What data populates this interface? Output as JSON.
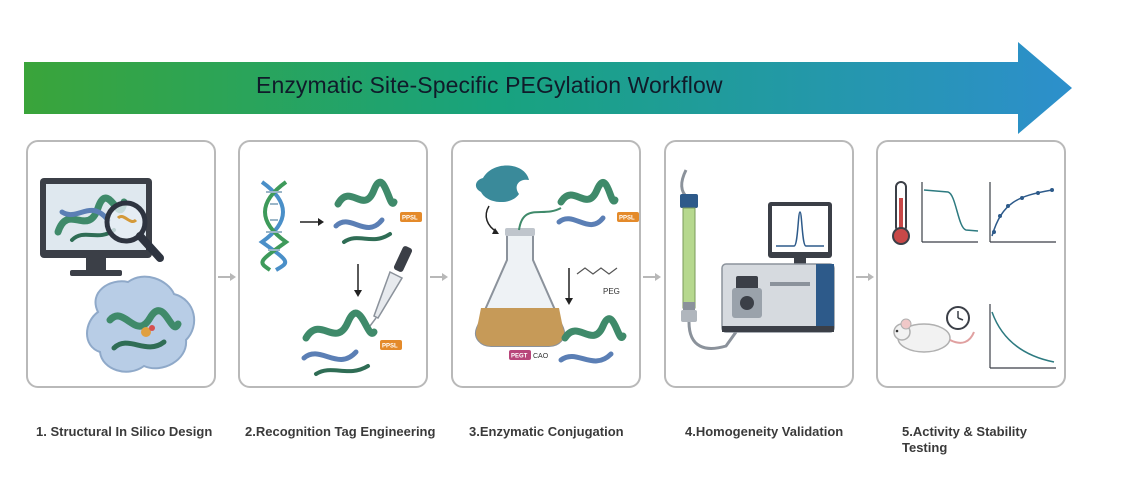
{
  "banner": {
    "title": "Enzymatic Site-Specific PEGylation Workflow"
  },
  "steps": [
    {
      "label": "1. Structural In Silico Design"
    },
    {
      "label": "2.Recognition Tag Engineering"
    },
    {
      "label": "3.Enzymatic Conjugation"
    },
    {
      "label": "4.Homogeneity Validation"
    },
    {
      "label": "5.Activity & Stability Testing"
    }
  ],
  "tags": {
    "ppsl": "PPSL",
    "pegt": "PEGT",
    "cao": "CAO"
  },
  "annotations": {
    "peg": "PEG"
  },
  "colors": {
    "banner_start": "#3aa43a",
    "banner_end": "#2d8fcc",
    "panel_border": "#b9b9b9",
    "connector": "#b8b8b8",
    "protein": "#3f8a6a"
  },
  "icons": [
    "monitor-icon",
    "magnifier-icon",
    "protein-surface-icon",
    "dna-helix-icon",
    "pipette-icon",
    "enzyme-icon",
    "flask-icon",
    "chromatography-column-icon",
    "hplc-instrument-icon",
    "thermometer-icon",
    "mouse-icon",
    "clock-icon"
  ]
}
